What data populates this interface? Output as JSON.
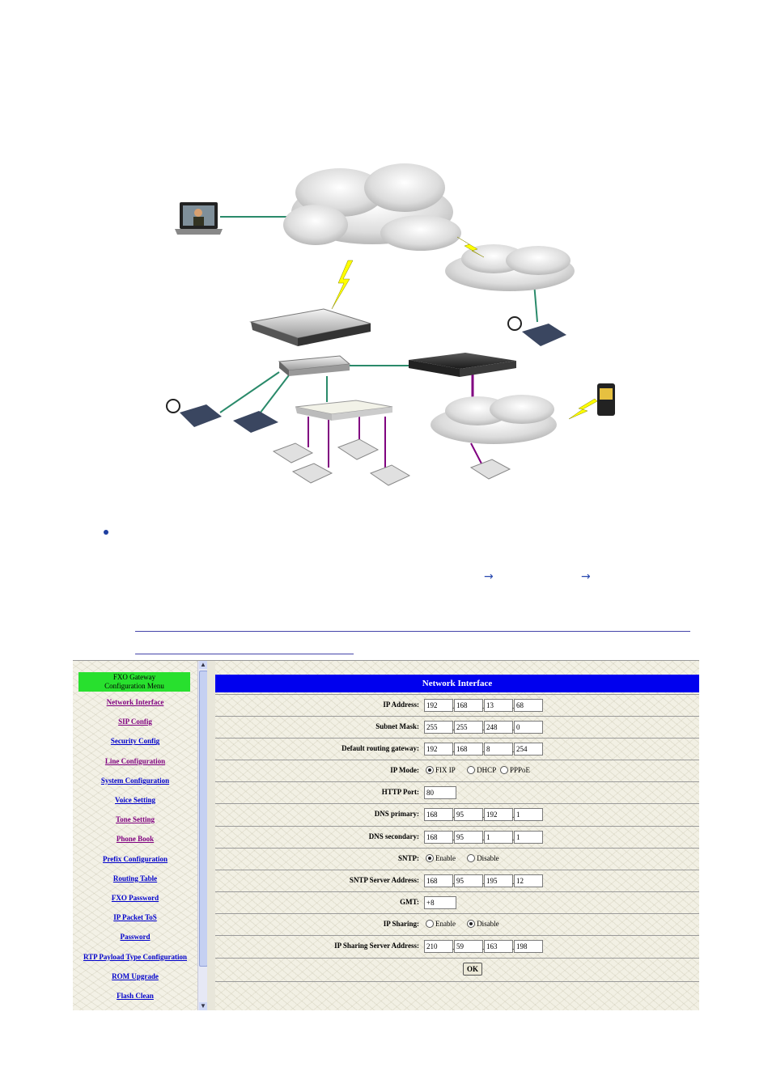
{
  "page": {
    "bullet_arrows": [
      "→",
      "→"
    ]
  },
  "menu": {
    "title_line1": "FXO Gateway",
    "title_line2": "Configuration Menu",
    "items": [
      {
        "label": "Network Interface",
        "color": "#800080"
      },
      {
        "label": "SIP Config",
        "color": "#800080"
      },
      {
        "label": "Security Config",
        "color": "#0000cc"
      },
      {
        "label": "Line Configuration",
        "color": "#800080"
      },
      {
        "label": "System Configuration",
        "color": "#0000cc"
      },
      {
        "label": "Voice Setting",
        "color": "#0000cc"
      },
      {
        "label": "Tone Setting",
        "color": "#800080"
      },
      {
        "label": "Phone Book",
        "color": "#800080"
      },
      {
        "label": "Prefix Configuration",
        "color": "#0000cc"
      },
      {
        "label": "Routing Table",
        "color": "#0000cc"
      },
      {
        "label": "FXO Password",
        "color": "#0000cc"
      },
      {
        "label": "IP Packet ToS",
        "color": "#0000cc"
      },
      {
        "label": "Password",
        "color": "#0000cc"
      },
      {
        "label": "RTP Payload Type Configuration",
        "color": "#0000cc"
      },
      {
        "label": "ROM Upgrade",
        "color": "#0000cc"
      },
      {
        "label": "Flash Clean",
        "color": "#0000cc"
      }
    ]
  },
  "network_interface": {
    "title": "Network Interface",
    "ip_address": {
      "label": "IP Address:",
      "octets": [
        "192",
        "168",
        "13",
        "68"
      ]
    },
    "subnet_mask": {
      "label": "Subnet Mask:",
      "octets": [
        "255",
        "255",
        "248",
        "0"
      ]
    },
    "gateway": {
      "label": "Default routing gateway:",
      "octets": [
        "192",
        "168",
        "8",
        "254"
      ]
    },
    "ip_mode": {
      "label": "IP Mode:",
      "options": [
        "FIX IP",
        "DHCP",
        "PPPoE"
      ],
      "selected": "FIX IP"
    },
    "http_port": {
      "label": "HTTP Port:",
      "value": "80"
    },
    "dns_primary": {
      "label": "DNS primary:",
      "octets": [
        "168",
        "95",
        "192",
        "1"
      ]
    },
    "dns_secondary": {
      "label": "DNS secondary:",
      "octets": [
        "168",
        "95",
        "1",
        "1"
      ]
    },
    "sntp": {
      "label": "SNTP:",
      "options": [
        "Enable",
        "Disable"
      ],
      "selected": "Enable"
    },
    "sntp_server": {
      "label": "SNTP Server Address:",
      "octets": [
        "168",
        "95",
        "195",
        "12"
      ]
    },
    "gmt": {
      "label": "GMT:",
      "value": "+8"
    },
    "ip_sharing": {
      "label": "IP Sharing:",
      "options": [
        "Enable",
        "Disable"
      ],
      "selected": "Disable"
    },
    "ip_sharing_server": {
      "label": "IP Sharing Server Address:",
      "octets": [
        "210",
        "59",
        "163",
        "198"
      ]
    },
    "ok_label": "OK"
  }
}
